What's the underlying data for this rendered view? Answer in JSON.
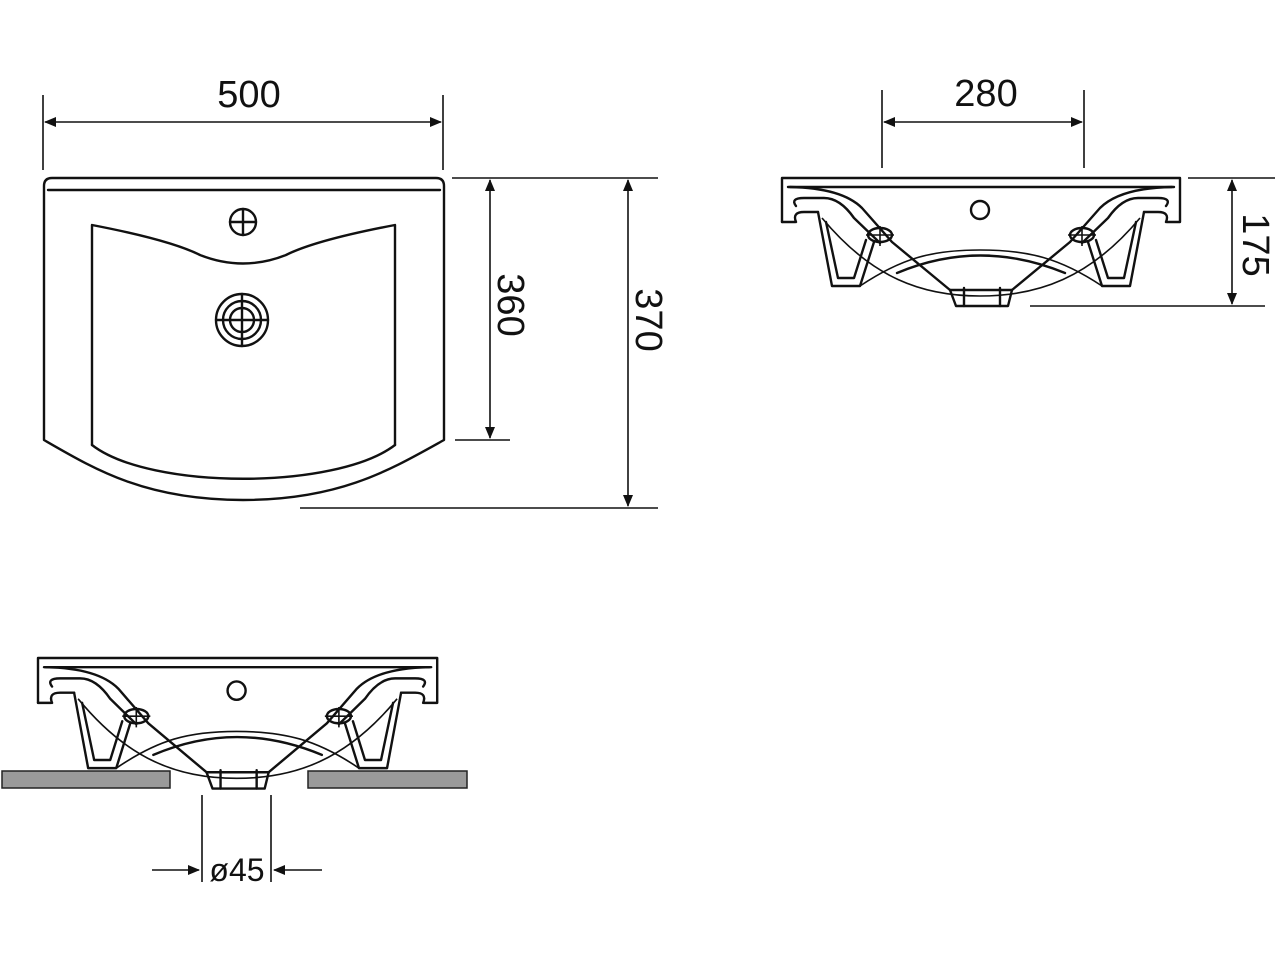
{
  "title": "Washbasin dimension drawing",
  "dimensions": {
    "width": "500",
    "bowl_depth": "360",
    "total_depth": "370",
    "tap_holes_spacing": "280",
    "height": "175",
    "drain_diameter": "ø45"
  },
  "colors": {
    "line": "#111111",
    "countertop": "#9a9a9a"
  }
}
